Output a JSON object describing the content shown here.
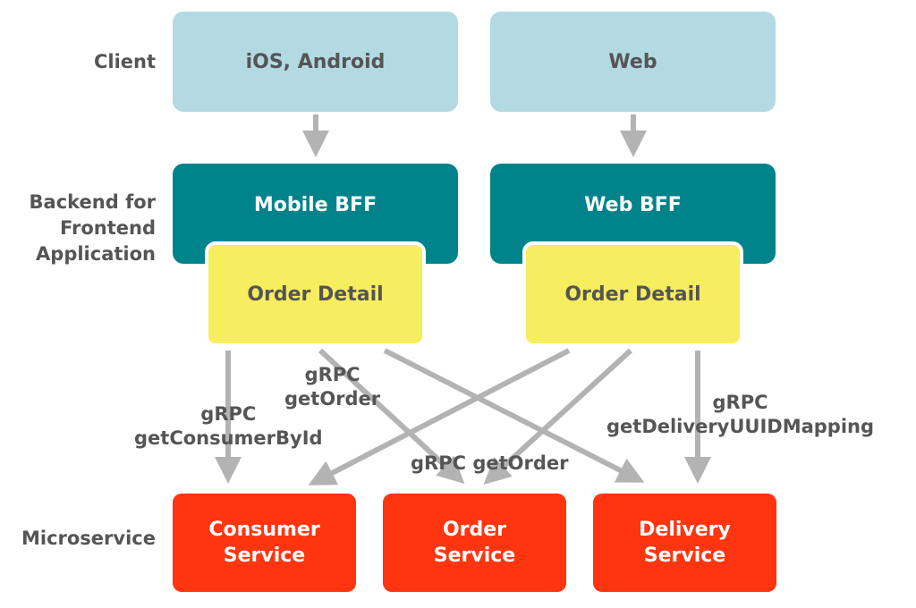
{
  "layers": {
    "client": "Client",
    "bff": "Backend for\nFrontend\nApplication",
    "microservice": "Microservice"
  },
  "clients": {
    "mobile": "iOS, Android",
    "web": "Web"
  },
  "bffs": {
    "mobile": "Mobile BFF",
    "web": "Web BFF"
  },
  "modules": {
    "mobile_order_detail": "Order Detail",
    "web_order_detail": "Order Detail"
  },
  "services": {
    "consumer": "Consumer\nService",
    "order": "Order\nService",
    "delivery": "Delivery\nService"
  },
  "edge_labels": {
    "get_consumer_by_id": "gRPC\ngetConsumerById",
    "get_order_mobile": "gRPC\ngetOrder",
    "get_order_web": "gRPC getOrder",
    "get_delivery_uuid_mapping": "gRPC\ngetDeliveryUUIDMapping"
  },
  "colors": {
    "client": "#b3d9e3",
    "bff": "#00838a",
    "module": "#f7ee5f",
    "service": "#ff3510",
    "arrow": "#b3b3b3",
    "label_text": "#555555"
  }
}
